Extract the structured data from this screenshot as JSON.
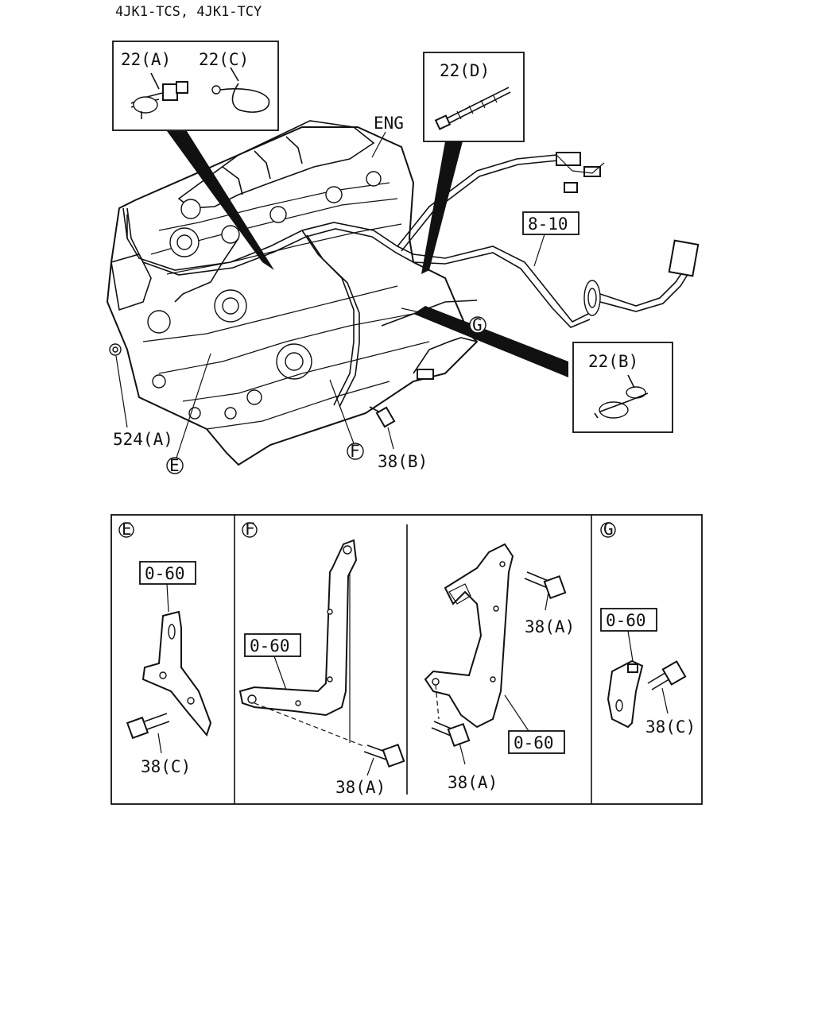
{
  "header": {
    "model_title": "4JK1-TCS, 4JK1-TCY"
  },
  "main": {
    "eng_label": "ENG",
    "harness_label": "8-10",
    "labels": {
      "clip_22a": "22(A)",
      "clip_22b": "22(B)",
      "clip_22c": "22(C)",
      "tie_22d": "22(D)",
      "nut_524a": "524(A)",
      "bolt_38b": "38(B)"
    },
    "callouts": {
      "e": "E",
      "f": "F",
      "g": "G"
    }
  },
  "details": {
    "e": {
      "letter": "E",
      "bracket_ref": "0-60",
      "bolt_ref": "38(C)"
    },
    "f": {
      "letter": "F",
      "left": {
        "bracket_ref": "0-60",
        "bolt_ref": "38(A)"
      },
      "right": {
        "bracket_ref": "0-60",
        "bolt_top_ref": "38(A)",
        "bolt_bottom_ref": "38(A)"
      }
    },
    "g": {
      "letter": "G",
      "bracket_ref": "0-60",
      "bolt_ref": "38(C)"
    }
  }
}
